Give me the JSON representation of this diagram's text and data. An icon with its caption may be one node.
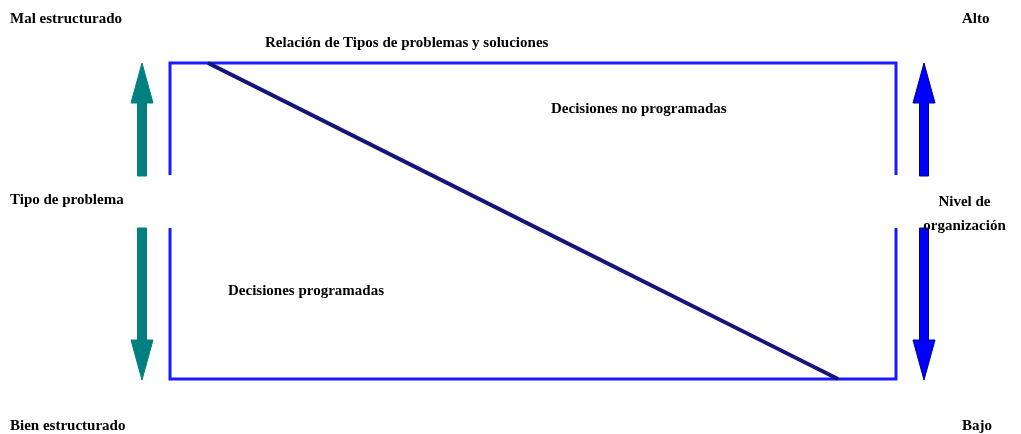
{
  "diagram": {
    "title": "Relación de Tipos de problemas y soluciones",
    "nodes": [
      {
        "text": [
          "Decisiones no programadas",
          "Decisiones programadas"
        ]
      }
    ],
    "edges": [],
    "labels": [
      "Mal estructurado",
      "Alto",
      "Tipo de problema",
      "Nivel de organización",
      "Bien estructurado",
      "Bajo"
    ]
  }
}
